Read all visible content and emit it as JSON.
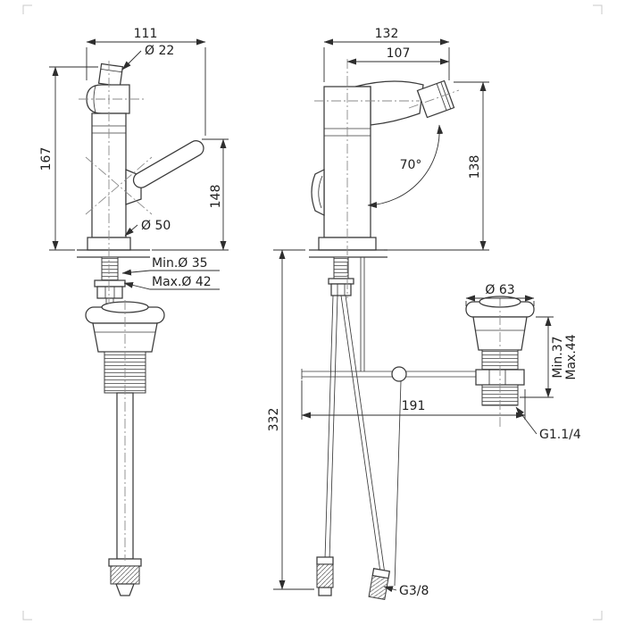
{
  "drawing": {
    "type": "faucet-technical-drawing",
    "side_view": {
      "overall_width": "111",
      "spout_diameter": "Ø 22",
      "overall_height": "167",
      "handle_height": "148",
      "base_diameter": "Ø 50",
      "mounting_hole_min": "Min.Ø 35",
      "mounting_hole_max": "Max.Ø 42"
    },
    "front_view": {
      "overall_width": "132",
      "spout_reach": "107",
      "spout_angle": "70°",
      "spout_height": "138",
      "below_deck_length": "332",
      "drain_flange_diameter": "Ø 63",
      "deck_thickness_min": "Min.37",
      "deck_thickness_max": "Max.44",
      "drain_offset": "191",
      "drain_thread": "G1.1/4",
      "supply_thread": "G3/8"
    },
    "colors": {
      "line": "#3a3a3a",
      "dimension": "#2e2e2e",
      "centerline": "#8a8a8a",
      "background": "#ffffff"
    }
  }
}
